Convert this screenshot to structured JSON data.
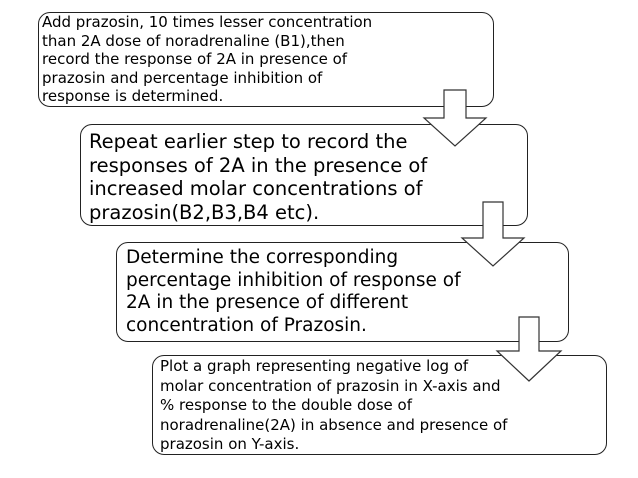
{
  "steps": [
    {
      "text": "Add prazosin, 10 times lesser concentration\nthan 2A dose of noradrenaline (B1),then\nrecord the response of 2A in presence of\nprazosin and percentage inhibition of\nresponse is determined."
    },
    {
      "text": "Repeat earlier step to record the\nresponses of 2A in the presence of\nincreased molar concentrations of\nprazosin(B2,B3,B4 etc)."
    },
    {
      "text": "Determine the corresponding\npercentage inhibition of response of\n2A in the presence of different\nconcentration of Prazosin."
    },
    {
      "text": "Plot a graph representing negative log of\nmolar concentration of prazosin in X-axis and\n% response to the double dose of\nnoradrenaline(2A) in absence and presence of\nprazosin on Y-axis."
    }
  ],
  "colors": {
    "background": "#ffffff",
    "border": "#222222",
    "text": "#000000"
  }
}
